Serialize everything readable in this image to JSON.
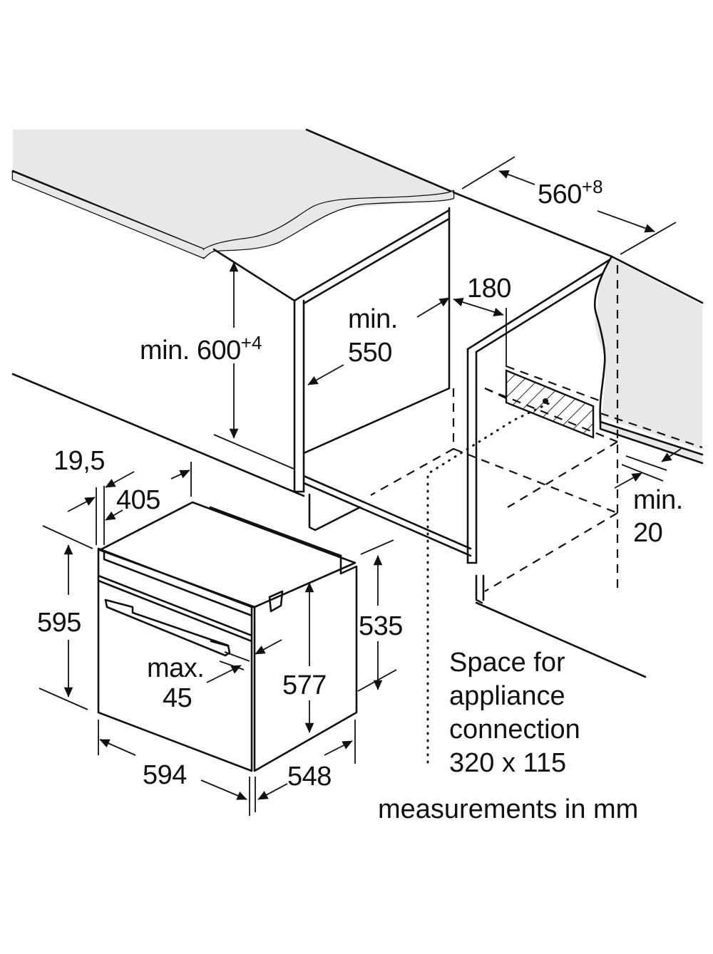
{
  "diagram": {
    "title": "Built-in oven installation dimensions",
    "colors": {
      "line": "#111111",
      "worktop_fill": "#e8e8e8",
      "background": "#ffffff"
    },
    "cabinet_dimensions": {
      "niche_height": {
        "prefix": "min. ",
        "value": "600",
        "tolerance": "+4"
      },
      "niche_depth": {
        "line1": "min.",
        "line2": "550"
      },
      "niche_width": {
        "value": "560",
        "tolerance": "+8"
      },
      "connection_offset": {
        "value": "180"
      },
      "rear_gap": {
        "line1": "min.",
        "line2": "20"
      }
    },
    "appliance_dimensions": {
      "front_panel_thickness": "19,5",
      "top_depth": "405",
      "overall_height": "595",
      "body_height": "577",
      "side_height": "535",
      "overall_width": "594",
      "body_depth": "548",
      "handle_projection": {
        "line1": "max.",
        "line2": "45"
      }
    },
    "notes": {
      "connection_space": {
        "lines": [
          "Space for",
          "appliance",
          "connection",
          "320 x 115"
        ]
      },
      "units": "measurements in mm"
    },
    "icons": {
      "hatched_area": "connection-socket-area",
      "arrows": "dimension-arrow"
    }
  }
}
